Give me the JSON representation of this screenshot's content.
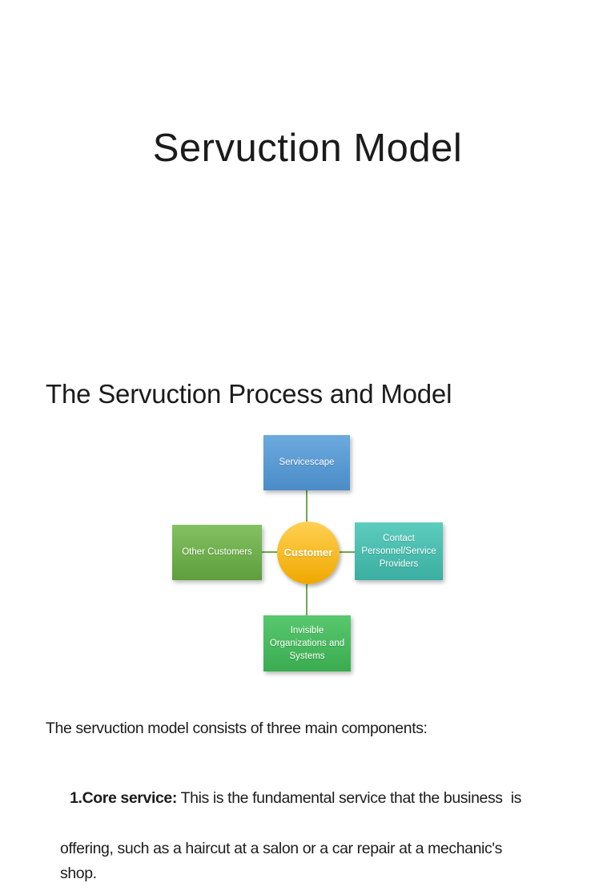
{
  "page": {
    "title": "Servuction Model",
    "section_heading": "The Servuction Process and Model",
    "diagram": {
      "nodes": {
        "servicescape": "Servicescape",
        "other_customers": "Other Customers",
        "customer": "Customer",
        "contact_personnel": "Contact Personnel/Service Providers",
        "invisible_organizations": "Invisible Organizations and Systems"
      },
      "colors": {
        "servicescape": [
          "#6caade",
          "#4b8cc8"
        ],
        "other_customers": [
          "#83c162",
          "#5e9e3b"
        ],
        "customer": [
          "#ffd153",
          "#f0a800"
        ],
        "contact_personnel": [
          "#5cccbe",
          "#3bafa1"
        ],
        "invisible_organizations": [
          "#58c86e",
          "#3aac50"
        ],
        "connector": "#6fa84f"
      }
    },
    "intro": "The servuction model consists of three main components:",
    "list": [
      {
        "label": "1.Core service:",
        "lines": [
          " This is the fundamental service that the business  is",
          "offering, such as a haircut at a salon or a car repair at a mechanic's",
          "shop."
        ]
      }
    ]
  }
}
